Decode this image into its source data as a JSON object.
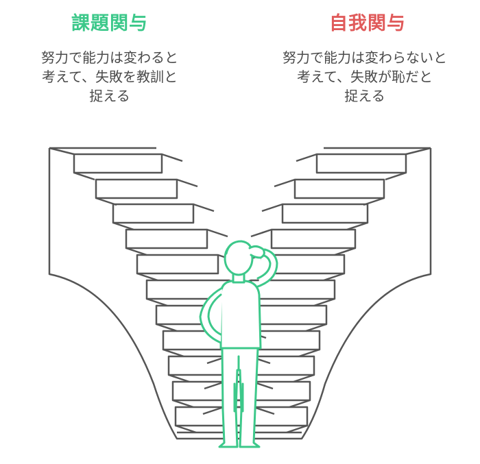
{
  "left": {
    "title": "課題関与",
    "lines": [
      "努力で能力は変わると",
      "考えて、失敗を教訓と",
      "捉える"
    ]
  },
  "right": {
    "title": "自我関与",
    "lines": [
      "努力で能力は変わらないと",
      "考えて、失敗が恥だと",
      "捉える"
    ]
  },
  "colors": {
    "green": "#3cc88a",
    "red": "#e05a5a",
    "stroke": "#555555"
  }
}
